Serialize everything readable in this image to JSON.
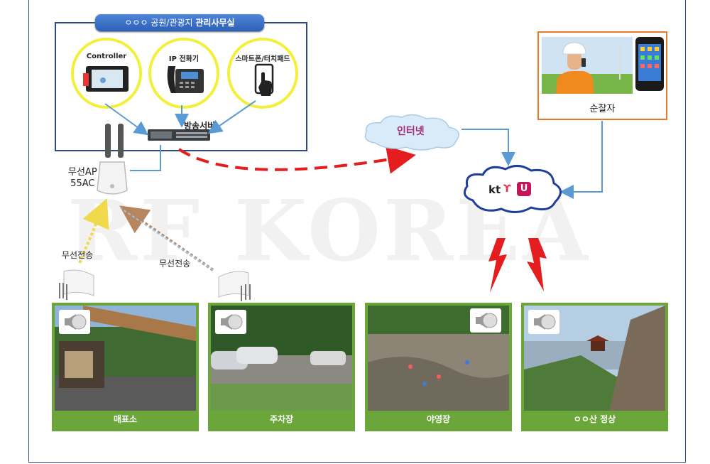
{
  "watermark": "RF KOREA",
  "office": {
    "title_prefix": "ㅇㅇㅇ 공원/관광지 ",
    "title_bold": "관리사무실",
    "devices": [
      {
        "label": "Controller"
      },
      {
        "label": "IP 전화기"
      },
      {
        "label": "스마트폰/터치패드"
      }
    ],
    "server_label": "방송서버"
  },
  "ap": {
    "label_line1": "무선AP",
    "label_line2": "55AC"
  },
  "wireless": {
    "label_left": "무선전송",
    "label_right": "무선전송"
  },
  "internet": {
    "label": "인터넷"
  },
  "carriers": {
    "kt": "kt",
    "uplus": "U"
  },
  "patrol": {
    "label": "순찰자"
  },
  "sites": [
    {
      "label": "매표소"
    },
    {
      "label": "주차장"
    },
    {
      "label": "야영장"
    },
    {
      "label": "ㅇㅇ산 정상"
    }
  ],
  "colors": {
    "frame": "#2e4a8a",
    "site_border": "#6aa63a",
    "patrol_border": "#e87a2c",
    "circle_border": "#f2f03a",
    "arrow": "#5b9bd5",
    "dashed_arrow": "#e41e1e",
    "lightning": "#e41e1e",
    "internet_text": "#a0307a"
  }
}
